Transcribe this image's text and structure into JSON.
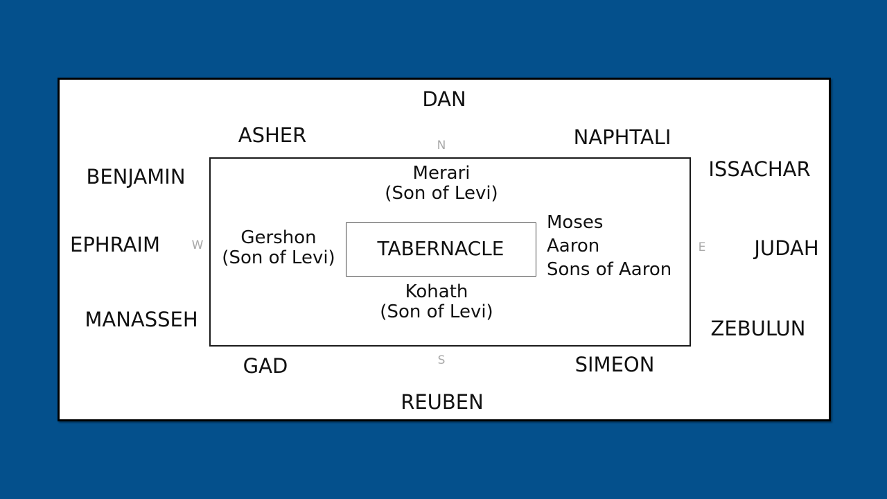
{
  "tribes": {
    "dan": "DAN",
    "asher": "ASHER",
    "naphtali": "NAPHTALI",
    "benjamin": "BENJAMIN",
    "issachar": "ISSACHAR",
    "ephraim": "EPHRAIM",
    "judah": "JUDAH",
    "manasseh": "MANASSEH",
    "zebulun": "ZEBULUN",
    "gad": "GAD",
    "simeon": "SIMEON",
    "reuben": "REUBEN"
  },
  "compass": {
    "north": "N",
    "south": "S",
    "west": "W",
    "east": "E"
  },
  "levites": {
    "merari": {
      "name": "Merari",
      "relation": "(Son of Levi)"
    },
    "gershon": {
      "name": "Gershon",
      "relation": "(Son of Levi)"
    },
    "kohath": {
      "name": "Kohath",
      "relation": "(Son of Levi)"
    }
  },
  "priests": [
    "Moses",
    "Aaron",
    "Sons of Aaron"
  ],
  "center": "TABERNACLE",
  "colors": {
    "background": "#04508c",
    "panel": "#ffffff",
    "text": "#111111",
    "compass": "#a9a9a9"
  }
}
